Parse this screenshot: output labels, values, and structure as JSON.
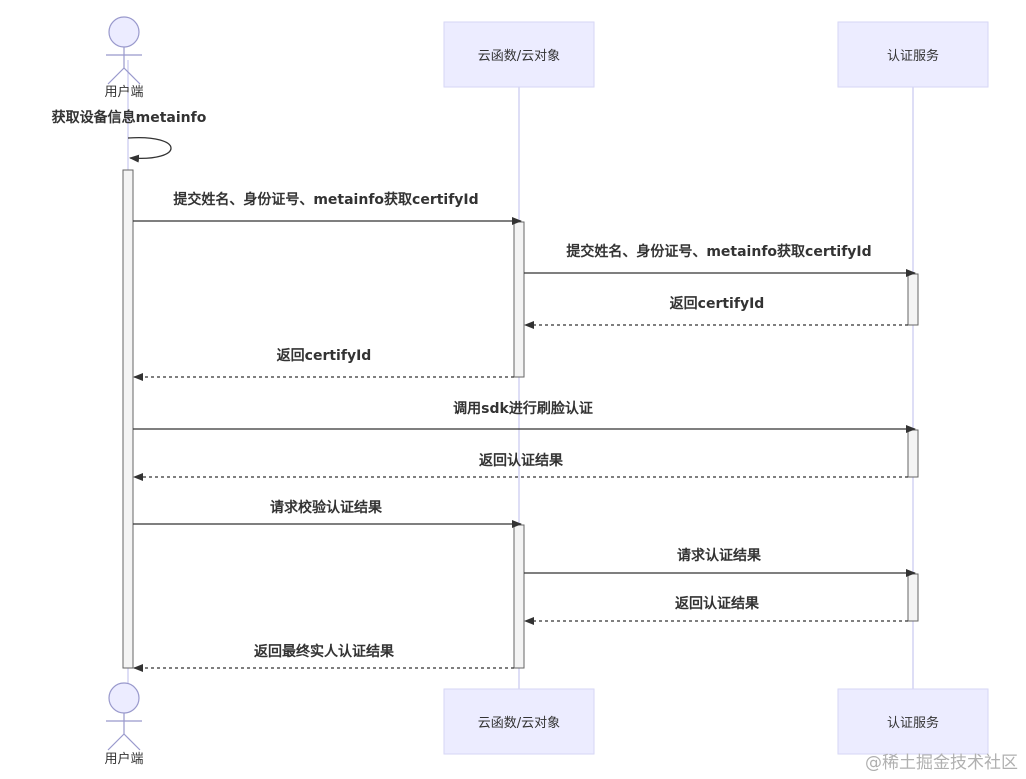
{
  "participants": {
    "user": "用户端",
    "cloud": "云函数/云对象",
    "auth": "认证服务"
  },
  "self_message": "获取设备信息metainfo",
  "messages": [
    {
      "text": "提交姓名、身份证号、metainfo获取certifyId",
      "from": "user",
      "to": "cloud",
      "dashed": false
    },
    {
      "text": "提交姓名、身份证号、metainfo获取certifyId",
      "from": "cloud",
      "to": "auth",
      "dashed": false
    },
    {
      "text": "返回certifyId",
      "from": "auth",
      "to": "cloud",
      "dashed": true
    },
    {
      "text": "返回certifyId",
      "from": "cloud",
      "to": "user",
      "dashed": true
    },
    {
      "text": "调用sdk进行刷脸认证",
      "from": "user",
      "to": "auth",
      "dashed": false
    },
    {
      "text": "返回认证结果",
      "from": "auth",
      "to": "user",
      "dashed": true
    },
    {
      "text": "请求校验认证结果",
      "from": "user",
      "to": "cloud",
      "dashed": false
    },
    {
      "text": "请求认证结果",
      "from": "cloud",
      "to": "auth",
      "dashed": false
    },
    {
      "text": "返回认证结果",
      "from": "auth",
      "to": "cloud",
      "dashed": true
    },
    {
      "text": "返回最终实人认证结果",
      "from": "cloud",
      "to": "user",
      "dashed": true
    }
  ],
  "watermark": "@稀土掘金技术社区"
}
